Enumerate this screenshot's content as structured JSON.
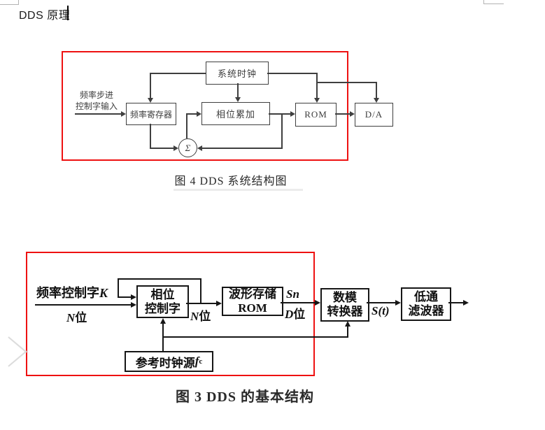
{
  "page": {
    "title_text": "DDS 原理"
  },
  "colors": {
    "highlight_red": "#ee1111",
    "diagram1_line": "#3f3f3f",
    "diagram2_line": "#161616"
  },
  "figure4": {
    "caption": "图 4  DDS 系统结构图",
    "input_label_line1": "频率步进",
    "input_label_line2": "控制字输入",
    "blocks": {
      "system_clock": "系统时钟",
      "freq_register": "频率寄存器",
      "phase_accum": "相位累加",
      "rom": "ROM",
      "da": "D/A",
      "adder": "Σ"
    }
  },
  "figure3": {
    "caption": "图 3 DDS 的基本结构",
    "blocks": {
      "phase_word_line1": "相位",
      "phase_word_line2": "控制字",
      "rom_line1": "波形存储",
      "rom_line2": "ROM",
      "dac_line1": "数模",
      "dac_line2": "转换器",
      "lpf_line1": "低通",
      "lpf_line2": "滤波器",
      "ref_clock_text": "参考时钟源",
      "ref_clock_sym": "f",
      "ref_clock_sub": "c"
    },
    "labels": {
      "freq_word_text": "频率控制字",
      "freq_word_sym": "K",
      "n_bits_left_sym": "N",
      "n_bits_left_text": "位",
      "n_bits_mid_sym": "N",
      "n_bits_mid_text": "位",
      "sn": "Sn",
      "d_bits_sym": "D",
      "d_bits_text": "位",
      "st": "S(t)"
    }
  }
}
